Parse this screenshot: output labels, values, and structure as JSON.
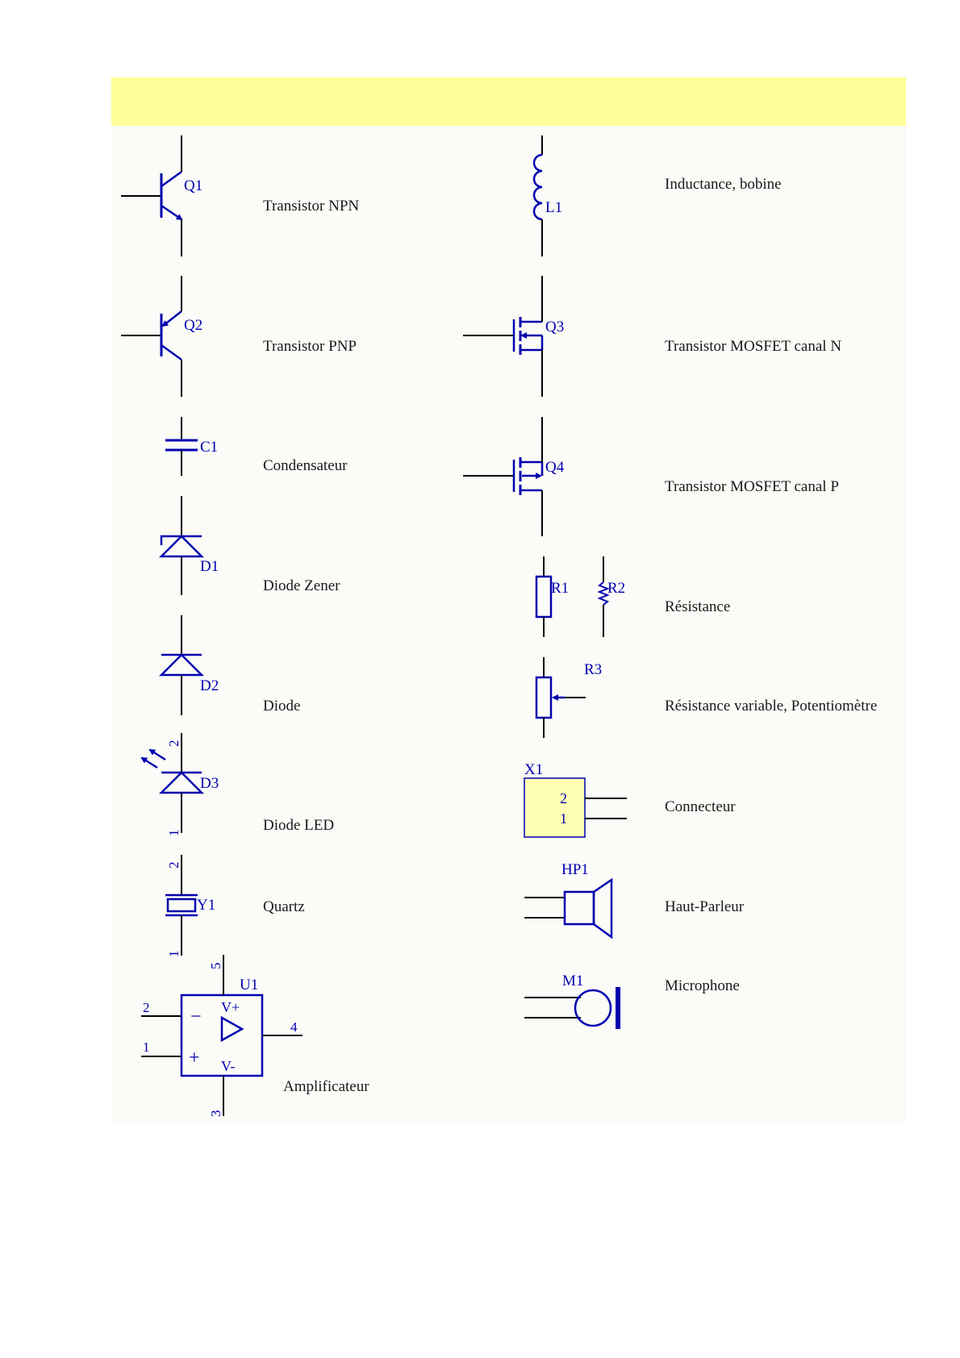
{
  "colors": {
    "header_fill": "#ffff99",
    "panel_fill": "#fbfbf8",
    "symbol_stroke": "#0000b0",
    "wire_stroke": "#000000",
    "connector_fill": "#ffffb3",
    "caption_text": "#1a1a1a"
  },
  "components": {
    "npn": {
      "ref": "Q1",
      "caption": "Transistor NPN",
      "icon": "npn-transistor-symbol"
    },
    "pnp": {
      "ref": "Q2",
      "caption": "Transistor PNP",
      "icon": "pnp-transistor-symbol"
    },
    "capacitor": {
      "ref": "C1",
      "caption": "Condensateur",
      "icon": "capacitor-symbol"
    },
    "zener": {
      "ref": "D1",
      "caption": "Diode Zener",
      "icon": "zener-diode-symbol"
    },
    "diode": {
      "ref": "D2",
      "caption": "Diode",
      "icon": "diode-symbol"
    },
    "led": {
      "ref": "D3",
      "caption": "Diode LED",
      "pin_top": "2",
      "pin_bottom": "1",
      "icon": "led-symbol"
    },
    "quartz": {
      "ref": "Y1",
      "caption": "Quartz",
      "pin_top": "2",
      "pin_bottom": "1",
      "icon": "crystal-symbol"
    },
    "amplifier": {
      "ref": "U1",
      "caption": "Amplificateur",
      "pin_inv": "2",
      "pin_noninv": "1",
      "pin_out": "4",
      "pin_vplus": "5",
      "pin_vminus": "3",
      "label_vplus": "V+",
      "label_vminus": "V-",
      "sign_minus": "−",
      "sign_plus": "+",
      "icon": "op-amp-symbol"
    },
    "inductor": {
      "ref": "L1",
      "caption": "Inductance, bobine",
      "icon": "inductor-symbol"
    },
    "mosfet_n": {
      "ref": "Q3",
      "caption": "Transistor MOSFET canal N",
      "icon": "n-mosfet-symbol"
    },
    "mosfet_p": {
      "ref": "Q4",
      "caption": "Transistor MOSFET canal P",
      "icon": "p-mosfet-symbol"
    },
    "resistor": {
      "ref_a": "R1",
      "ref_b": "R2",
      "caption": "Résistance",
      "icon": "resistor-symbol"
    },
    "potentiometer": {
      "ref": "R3",
      "caption": "Résistance variable, Potentiomètre",
      "icon": "potentiometer-symbol"
    },
    "connector": {
      "ref": "X1",
      "caption": "Connecteur",
      "pin_a": "2",
      "pin_b": "1",
      "icon": "connector-symbol"
    },
    "speaker": {
      "ref": "HP1",
      "caption": "Haut-Parleur",
      "icon": "speaker-symbol"
    },
    "microphone": {
      "ref": "M1",
      "caption": "Microphone",
      "icon": "microphone-symbol"
    }
  }
}
